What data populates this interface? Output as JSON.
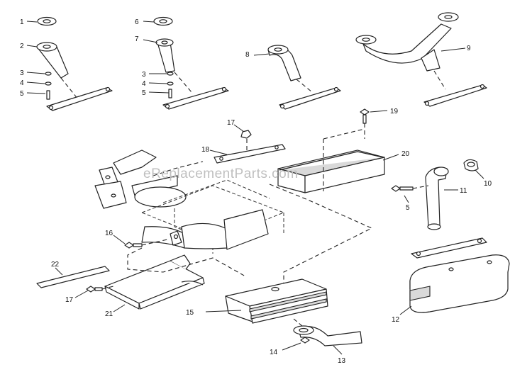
{
  "watermark": "eReplacementParts.com",
  "callouts": {
    "c1": "1",
    "c2": "2",
    "c3a": "3",
    "c4a": "4",
    "c5a": "5",
    "c6": "6",
    "c7": "7",
    "c3b": "3",
    "c4b": "4",
    "c5b": "5",
    "c8": "8",
    "c9": "9",
    "c10": "10",
    "c11": "11",
    "c5c": "5",
    "c12": "12",
    "c13": "13",
    "c14": "14",
    "c15": "15",
    "c16": "16",
    "c17a": "17",
    "c17b": "17",
    "c18": "18",
    "c19": "19",
    "c20": "20",
    "c21": "21",
    "c22": "22"
  }
}
